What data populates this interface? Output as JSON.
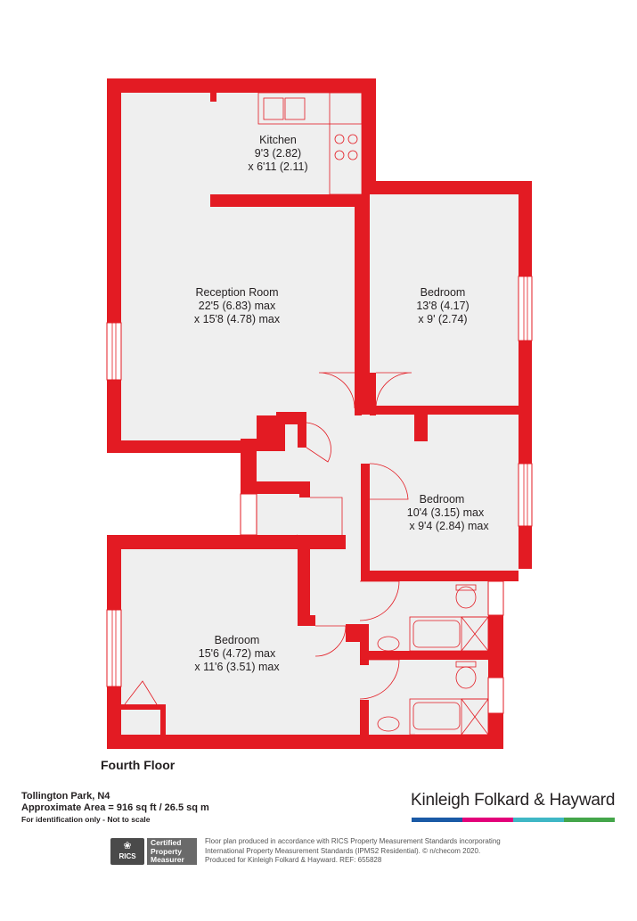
{
  "colors": {
    "wall": "#e31b23",
    "floor": "#efefef",
    "brand_bars": [
      "#1a5aa6",
      "#e3007a",
      "#3fb7c5",
      "#44a64a"
    ]
  },
  "rooms": {
    "kitchen": {
      "name": "Kitchen",
      "dim1": "9'3 (2.82)",
      "dim2": "x 6'11 (2.11)"
    },
    "reception": {
      "name": "Reception Room",
      "dim1": "22'5 (6.83) max",
      "dim2": "x 15'8 (4.78) max"
    },
    "bedroom1": {
      "name": "Bedroom",
      "dim1": "13'8 (4.17)",
      "dim2": "x 9' (2.74)"
    },
    "bedroom2": {
      "name": "Bedroom",
      "dim1": "10'4 (3.15) max",
      "dim2": "x 9'4 (2.84) max"
    },
    "bedroom3": {
      "name": "Bedroom",
      "dim1": "15'6 (4.72) max",
      "dim2": "x 11'6 (3.51) max"
    }
  },
  "floor_title": "Fourth Floor",
  "footer": {
    "address": "Tollington Park, N4",
    "area": "Approximate Area = 916 sq ft / 26.5 sq m",
    "disclaimer": "For identification only - Not to scale",
    "brand": "Kinleigh Folkard & Hayward",
    "rics_text": "RICS",
    "certified_line1": "Certified",
    "certified_line2": "Property",
    "certified_line3": "Measurer",
    "legal_line1": "Floor plan produced in accordance with RICS Property Measurement Standards incorporating",
    "legal_line2": "International Property Measurement Standards (IPMS2 Residential).  © n/checom 2020.",
    "legal_line3": "Produced for Kinleigh Folkard & Hayward.   REF: 655828"
  }
}
